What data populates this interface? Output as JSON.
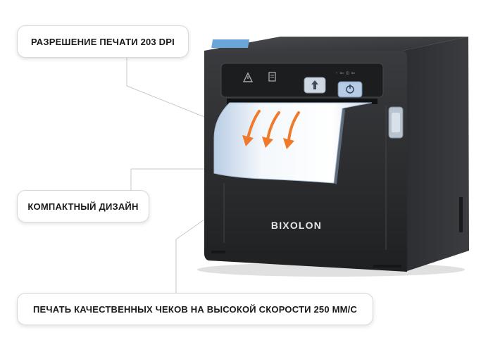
{
  "callouts": [
    {
      "text": "РАЗРЕШЕНИЕ ПЕЧАТИ 203 DPI"
    },
    {
      "text": "КОМПАКТНЫЙ ДИЗАЙН"
    },
    {
      "text": "ПЕЧАТЬ КАЧЕСТВЕННЫХ ЧЕКОВ НА ВЫСОКОЙ СКОРОСТИ 250 ММ/С"
    }
  ],
  "printer": {
    "brand": "BIXOLON",
    "body_color": "#2a2b2d",
    "arrow_color": "#f07a2a",
    "paper_color": "#e8f0f8"
  },
  "icons": [
    "warning-icon",
    "paper-icon",
    "feed-button-icon",
    "power-button-icon"
  ]
}
